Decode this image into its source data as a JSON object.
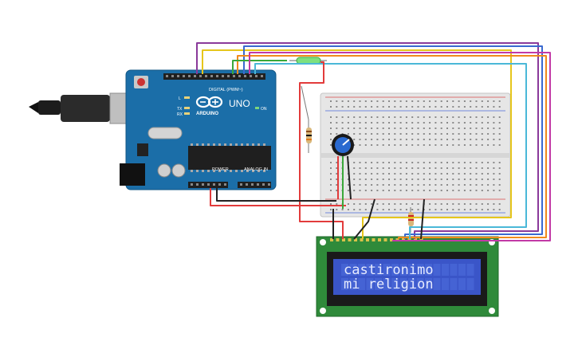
{
  "arduino": {
    "brand": "ARDUINO",
    "model": "UNO",
    "digital_label": "DIGITAL (PWM~)",
    "power_label": "POWER",
    "analog_label": "ANALOG IN",
    "tx_label": "TX",
    "rx_label": "RX",
    "l_label": "L",
    "on_label": "ON"
  },
  "led": {
    "label": ""
  },
  "lcd": {
    "line1": "castironimo",
    "line2": "mi religion"
  },
  "colors": {
    "board": "#1b6ea8",
    "lcd_pcb": "#2f8a3a",
    "lcd_screen": "#3a55c8",
    "wire_red": "#e23b3b",
    "wire_black": "#222222",
    "wire_green": "#3aa83a",
    "wire_yellow": "#e6c61c",
    "wire_purple": "#8a3a9a",
    "wire_blue": "#3a6ad0",
    "wire_orange": "#f08a1c",
    "wire_cyan": "#4ab8d8",
    "wire_magenta": "#c23aa6"
  }
}
